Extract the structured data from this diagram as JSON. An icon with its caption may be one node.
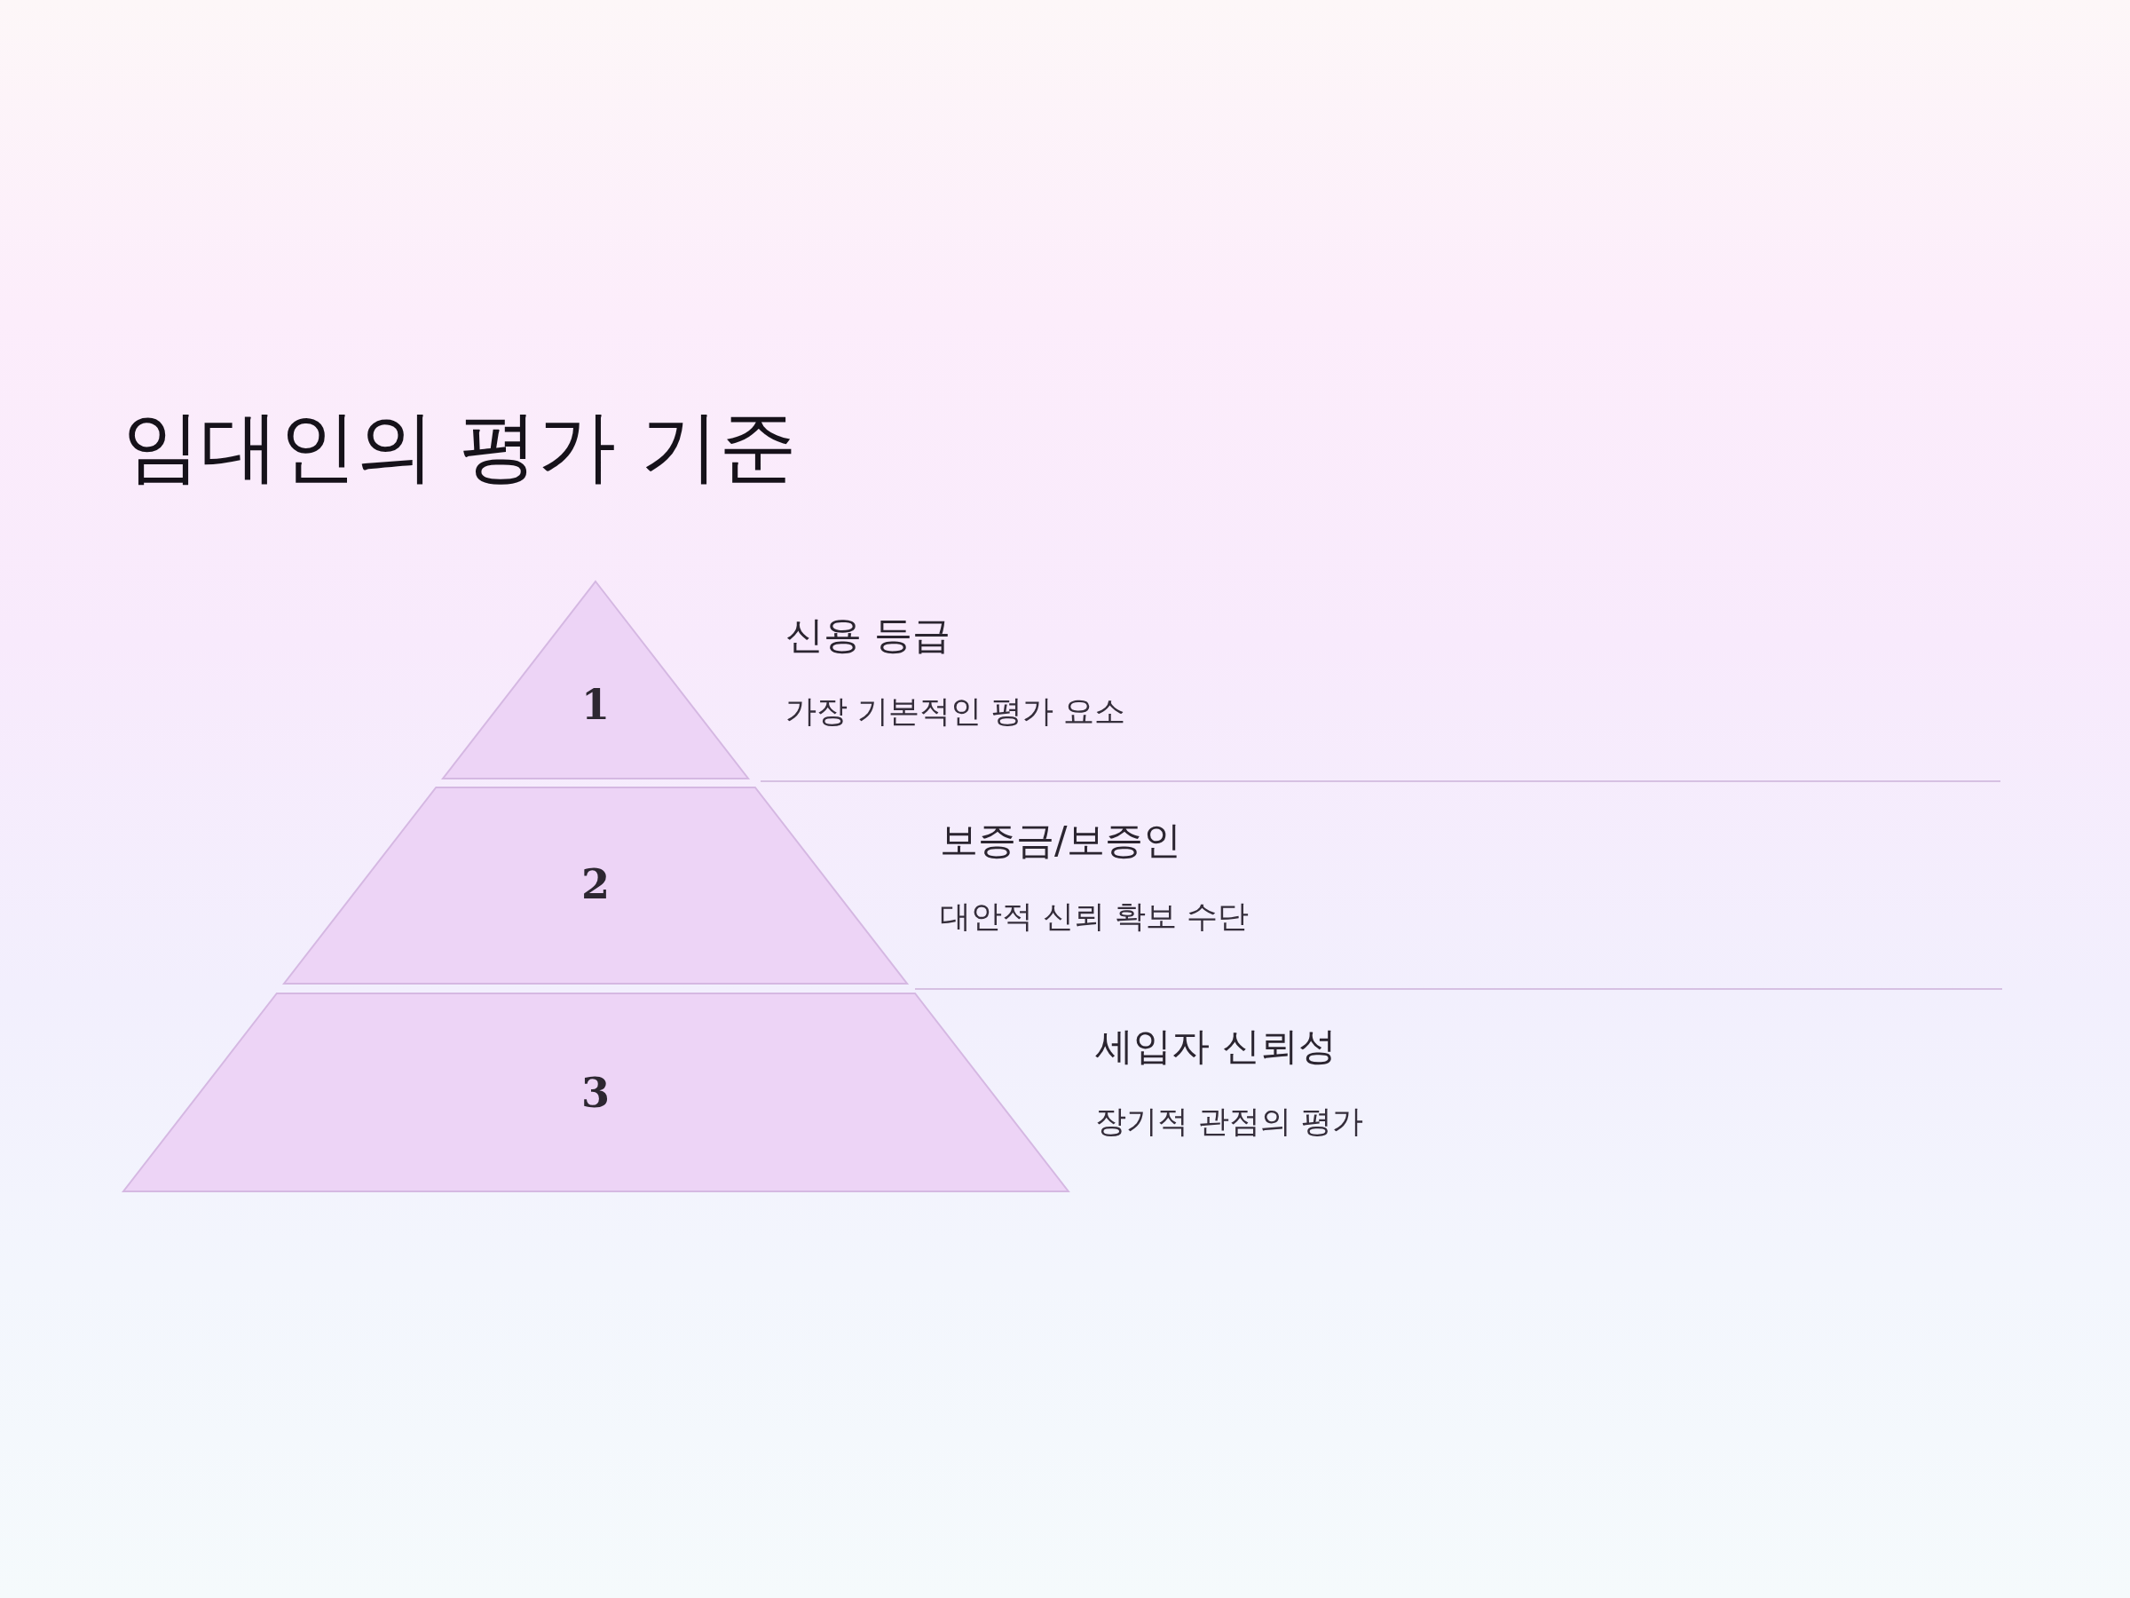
{
  "diagram": {
    "title": "임대인의 평가 기준",
    "nodes": [
      {
        "text": [
          "1"
        ],
        "beside": [
          "신용 등급",
          "가장 기본적인 평가 요소"
        ]
      },
      {
        "text": [
          "2"
        ],
        "beside": [
          "보증금/보증인",
          "대안적 신뢰 확보 수단"
        ]
      },
      {
        "text": [
          "3"
        ],
        "beside": [
          "세입자 신뢰성",
          "장기적 관점의 평가"
        ]
      }
    ]
  }
}
